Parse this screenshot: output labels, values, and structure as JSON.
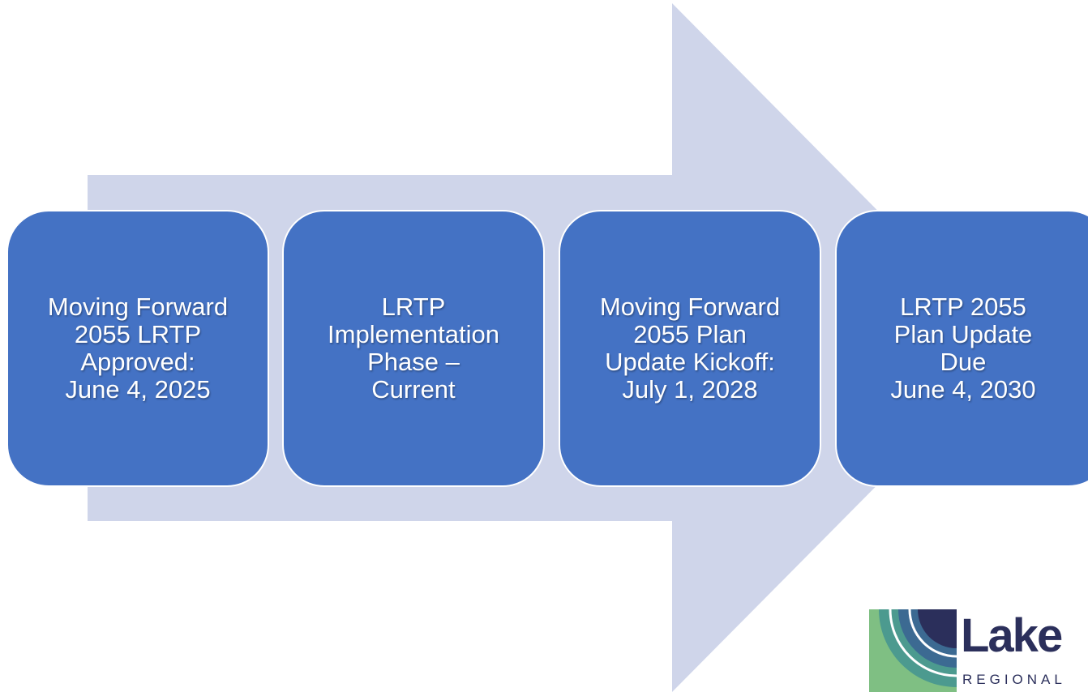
{
  "colors": {
    "background": "#ffffff",
    "arrow": "#cfd5ea",
    "step_fill": "#4472c4",
    "step_text": "#ffffff",
    "logo_navy": "#2b2f5b",
    "logo_blue": "#3c6a92",
    "logo_teal": "#4c9a8f",
    "logo_green": "#7fbf83"
  },
  "steps": [
    {
      "text": "Moving Forward\n2055 LRTP\nApproved:\nJune 4, 2025"
    },
    {
      "text": "LRTP\nImplementation\nPhase –\nCurrent"
    },
    {
      "text": "Moving Forward\n2055 Plan\nUpdate Kickoff:\nJuly 1, 2028"
    },
    {
      "text": "LRTP 2055\nPlan Update\nDue\nJune 4, 2030"
    }
  ],
  "logo": {
    "wordmark": "Lake",
    "subtitle": "REGIONAL"
  }
}
